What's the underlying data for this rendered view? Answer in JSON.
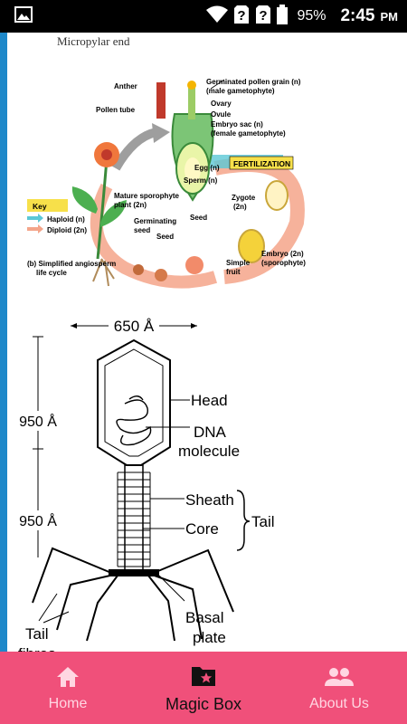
{
  "status_bar": {
    "battery_percent": "95%",
    "time": "2:45",
    "time_suffix": "PM",
    "icons": [
      "image-icon",
      "wifi-icon",
      "unknown-sim-icon",
      "unknown-sim-icon",
      "battery-icon"
    ]
  },
  "diagram_top": {
    "micropylar_label": "Micropylar end",
    "labels": {
      "anther": "Anther",
      "pollen_tube": "Pollen tube",
      "germinated_pollen": "Germinated pollen grain (n)",
      "male_gametophyte": "(male gametophyte)",
      "ovary": "Ovary",
      "ovule": "Ovule",
      "embryo_sac": "Embryo sac (n)",
      "female_gametophyte": "(female gametophyte)",
      "egg": "Egg (n)",
      "sperm": "Sperm (n)",
      "fertilization": "FERTILIZATION",
      "zygote": "Zygote",
      "zygote_2n": "(2n)",
      "mature_sporophyte": "Mature sporophyte",
      "plant_2n": "plant (2n)",
      "germinating": "Germinating",
      "seed_word": "seed",
      "seed_top": "Seed",
      "seed_lower": "Seed",
      "simple": "Simple",
      "fruit": "fruit",
      "embryo": "Embryo (2n)",
      "sporophyte": "(sporophyte)",
      "key": "Key",
      "haploid": "Haploid (n)",
      "diploid": "Diploid (2n)",
      "caption_1": "(b) Simplified angiosperm",
      "caption_2": "life cycle"
    }
  },
  "diagram_phage": {
    "width_label": "650 Å",
    "head_height_label": "950 Å",
    "tail_height_label": "950 Å",
    "head": "Head",
    "dna": "DNA",
    "molecule": "molecule",
    "sheath": "Sheath",
    "tail": "Tail",
    "core": "Core",
    "basal": "Basal",
    "plate": "plate",
    "tail_word": "Tail",
    "fibres": "fibres"
  },
  "bottom_nav": {
    "items": [
      {
        "label": "Home",
        "icon": "home-icon",
        "active": false
      },
      {
        "label": "Magic Box",
        "icon": "folder-star-icon",
        "active": true
      },
      {
        "label": "About Us",
        "icon": "people-icon",
        "active": false
      }
    ]
  },
  "colors": {
    "status_bar": "#000000",
    "accent_strip": "#1e88c9",
    "bottom_nav": "#f0507a",
    "nav_inactive": "#ffd6e2",
    "nav_active": "#111111",
    "haploid_arrow": "#5bc8d6",
    "diploid_arrow": "#f4a58a",
    "fertilization_badge": "#f7e04a"
  }
}
